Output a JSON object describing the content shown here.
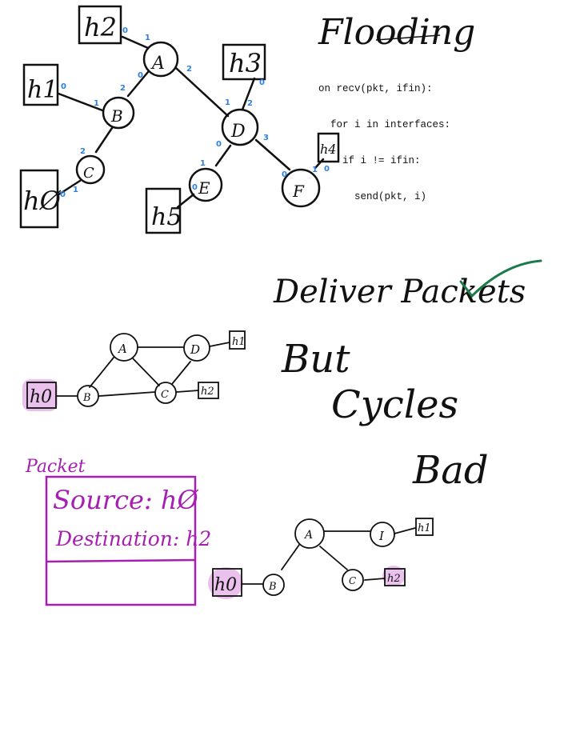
{
  "title": "Flooding",
  "pseudocode": [
    "on recv(pkt, ifin):",
    "  for i in interfaces:",
    "    if i != ifin:",
    "      send(pkt, i)"
  ],
  "slogan": {
    "line1": "Deliver Packets",
    "line2": "But",
    "line3": "Cycles",
    "line4": "Bad"
  },
  "topology_top": {
    "nodes": [
      "A",
      "B",
      "C",
      "D",
      "E",
      "F"
    ],
    "hosts": [
      "h2",
      "h1",
      "hØ",
      "h3",
      "h4",
      "h5"
    ],
    "port_labels": [
      "0",
      "1",
      "2",
      "0",
      "1",
      "2",
      "0",
      "2",
      "1",
      "0",
      "1",
      "2",
      "0",
      "3",
      "1",
      "0",
      "0",
      "0",
      "1",
      "0"
    ]
  },
  "topology_middle": {
    "nodes": [
      "A",
      "D",
      "B",
      "C"
    ],
    "hosts": [
      "h1",
      "h0",
      "h2"
    ]
  },
  "topology_bottom": {
    "nodes": [
      "A",
      "I",
      "B",
      "C"
    ],
    "hosts": [
      "h1",
      "h0",
      "h2"
    ]
  },
  "packet": {
    "heading": "Packet",
    "source": "Source: hØ",
    "destination": "Destination: h2"
  },
  "colors": {
    "ink": "#111111",
    "port_blue": "#2f7fe0",
    "check_green": "#1e7a4a",
    "packet_purple": "#a51fb0",
    "highlight_pink": "#e9c1ec"
  }
}
